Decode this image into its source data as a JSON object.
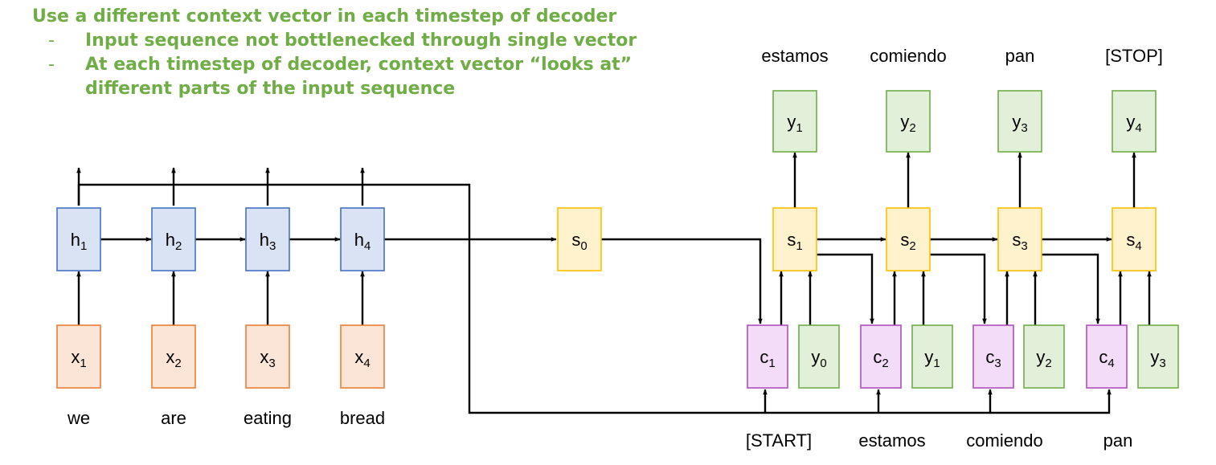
{
  "header": {
    "title": "Use a different context vector in each timestep of decoder",
    "bullets": [
      "Input sequence not bottlenecked through single vector",
      "At each timestep of decoder, context vector “looks at”",
      "different parts of the input sequence"
    ],
    "bullet_marker": "-",
    "accent_color": "#70ad47"
  },
  "colors": {
    "hidden": {
      "fill": "#dae3f3",
      "stroke": "#4472c4"
    },
    "input": {
      "fill": "#fbe5d6",
      "stroke": "#ed7d31"
    },
    "decoder_state": {
      "fill": "#fff2cc",
      "stroke": "#ffc000"
    },
    "output": {
      "fill": "#e2f0d9",
      "stroke": "#70ad47"
    },
    "context": {
      "fill": "#f2dcf7",
      "stroke": "#b04fbf"
    }
  },
  "encoder": {
    "hidden": [
      {
        "base": "h",
        "sub": "1"
      },
      {
        "base": "h",
        "sub": "2"
      },
      {
        "base": "h",
        "sub": "3"
      },
      {
        "base": "h",
        "sub": "4"
      }
    ],
    "inputs": [
      {
        "base": "x",
        "sub": "1"
      },
      {
        "base": "x",
        "sub": "2"
      },
      {
        "base": "x",
        "sub": "3"
      },
      {
        "base": "x",
        "sub": "4"
      }
    ],
    "words": [
      "we",
      "are",
      "eating",
      "bread"
    ]
  },
  "initial_state": {
    "base": "s",
    "sub": "0"
  },
  "decoder": {
    "states": [
      {
        "base": "s",
        "sub": "1"
      },
      {
        "base": "s",
        "sub": "2"
      },
      {
        "base": "s",
        "sub": "3"
      },
      {
        "base": "s",
        "sub": "4"
      }
    ],
    "outputs": [
      {
        "base": "y",
        "sub": "1"
      },
      {
        "base": "y",
        "sub": "2"
      },
      {
        "base": "y",
        "sub": "3"
      },
      {
        "base": "y",
        "sub": "4"
      }
    ],
    "contexts": [
      {
        "base": "c",
        "sub": "1"
      },
      {
        "base": "c",
        "sub": "2"
      },
      {
        "base": "c",
        "sub": "3"
      },
      {
        "base": "c",
        "sub": "4"
      }
    ],
    "inputs": [
      {
        "base": "y",
        "sub": "0"
      },
      {
        "base": "y",
        "sub": "1"
      },
      {
        "base": "y",
        "sub": "2"
      },
      {
        "base": "y",
        "sub": "3"
      }
    ],
    "output_words": [
      "estamos",
      "comiendo",
      "pan",
      "[STOP]"
    ],
    "input_words": [
      "[START]",
      "estamos",
      "comiendo",
      "pan"
    ]
  }
}
